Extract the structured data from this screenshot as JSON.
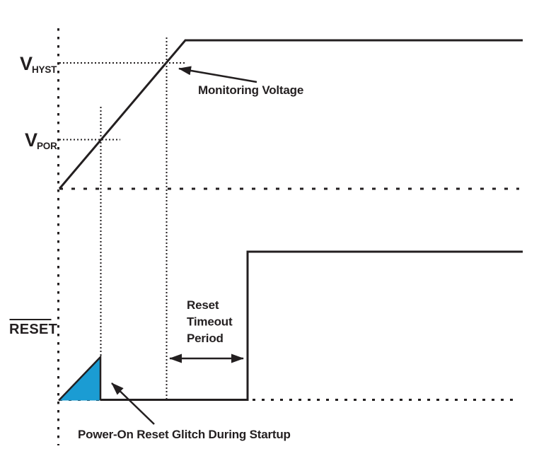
{
  "figure": {
    "type": "power-on-reset-timing-diagram",
    "colors": {
      "ink": "#231f20",
      "glitch_fill": "#1b9cd3",
      "background": "#ffffff"
    },
    "labels": {
      "v_hyst": {
        "main": "V",
        "sub": "HYST"
      },
      "v_por": {
        "main": "V",
        "sub": "POR"
      },
      "reset_signal": "RESET",
      "monitoring_voltage": "Monitoring Voltage",
      "reset_timeout": [
        "Reset",
        "Timeout",
        "Period"
      ],
      "por_glitch": "Power-On Reset Glitch During Startup"
    }
  }
}
